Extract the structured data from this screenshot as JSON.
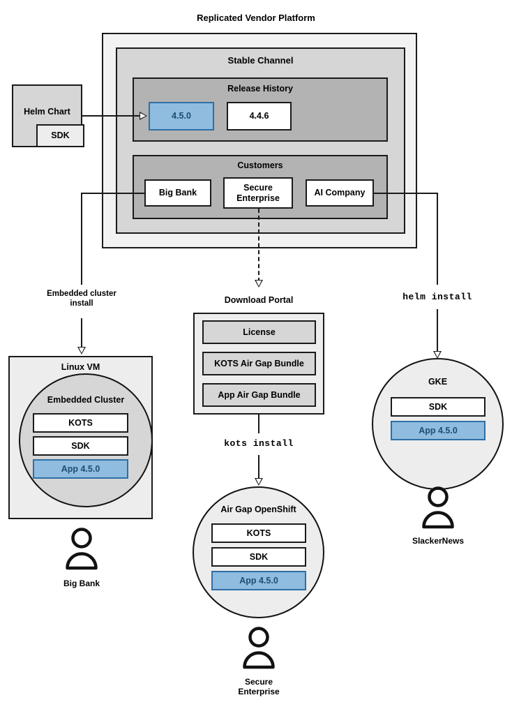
{
  "diagram": {
    "title": "Replicated Vendor Platform",
    "type": "architecture-flow"
  },
  "platform": {
    "title": "Replicated Vendor Platform",
    "channel": {
      "title": "Stable Channel",
      "release_history": {
        "title": "Release History",
        "releases": [
          {
            "version": "4.5.0",
            "highlighted": true
          },
          {
            "version": "4.4.6",
            "highlighted": false
          }
        ]
      },
      "customers": {
        "title": "Customers",
        "items": [
          {
            "name": "Big Bank"
          },
          {
            "name": "Secure Enterprise"
          },
          {
            "name": "AI Company"
          }
        ]
      }
    }
  },
  "source": {
    "helm_chart": "Helm Chart",
    "sdk": "SDK"
  },
  "edges": {
    "embedded_cluster_install": "Embedded cluster install",
    "embedded_cluster_install_line1": "Embedded cluster",
    "embedded_cluster_install_line2": "install",
    "kots_install": "kots install",
    "helm_install": "helm install"
  },
  "download_portal": {
    "title": "Download Portal",
    "artifacts": [
      "License",
      "KOTS Air Gap Bundle",
      "App Air Gap Bundle"
    ]
  },
  "targets": [
    {
      "id": "linux-vm",
      "title": "Linux VM",
      "inner_title": "Embedded Cluster",
      "components": [
        {
          "label": "KOTS",
          "highlighted": false
        },
        {
          "label": "SDK",
          "highlighted": false
        },
        {
          "label": "App 4.5.0",
          "highlighted": true
        }
      ],
      "customer": "Big Bank"
    },
    {
      "id": "air-gap-openshift",
      "title": "Air Gap OpenShift",
      "components": [
        {
          "label": "KOTS",
          "highlighted": false
        },
        {
          "label": "SDK",
          "highlighted": false
        },
        {
          "label": "App 4.5.0",
          "highlighted": true
        }
      ],
      "customer_line1": "Secure",
      "customer_line2": "Enterprise",
      "customer": "Secure Enterprise"
    },
    {
      "id": "gke",
      "title": "GKE",
      "components": [
        {
          "label": "SDK",
          "highlighted": false
        },
        {
          "label": "App 4.5.0",
          "highlighted": true
        }
      ],
      "customer": "SlackerNews"
    }
  ],
  "colors": {
    "accent_blue_fill": "#8fbcdf",
    "accent_blue_border": "#2f6ea5",
    "accent_blue_text": "#1c4d74",
    "platform_bg": "#f2f2f2",
    "channel_bg": "#d6d6d6",
    "subgroup_bg": "#b3b3b3",
    "stroke": "#1a1a1a"
  },
  "icons": {
    "person": "person-icon",
    "arrow_down": "arrow-down-icon",
    "arrow_right": "arrow-right-icon"
  }
}
